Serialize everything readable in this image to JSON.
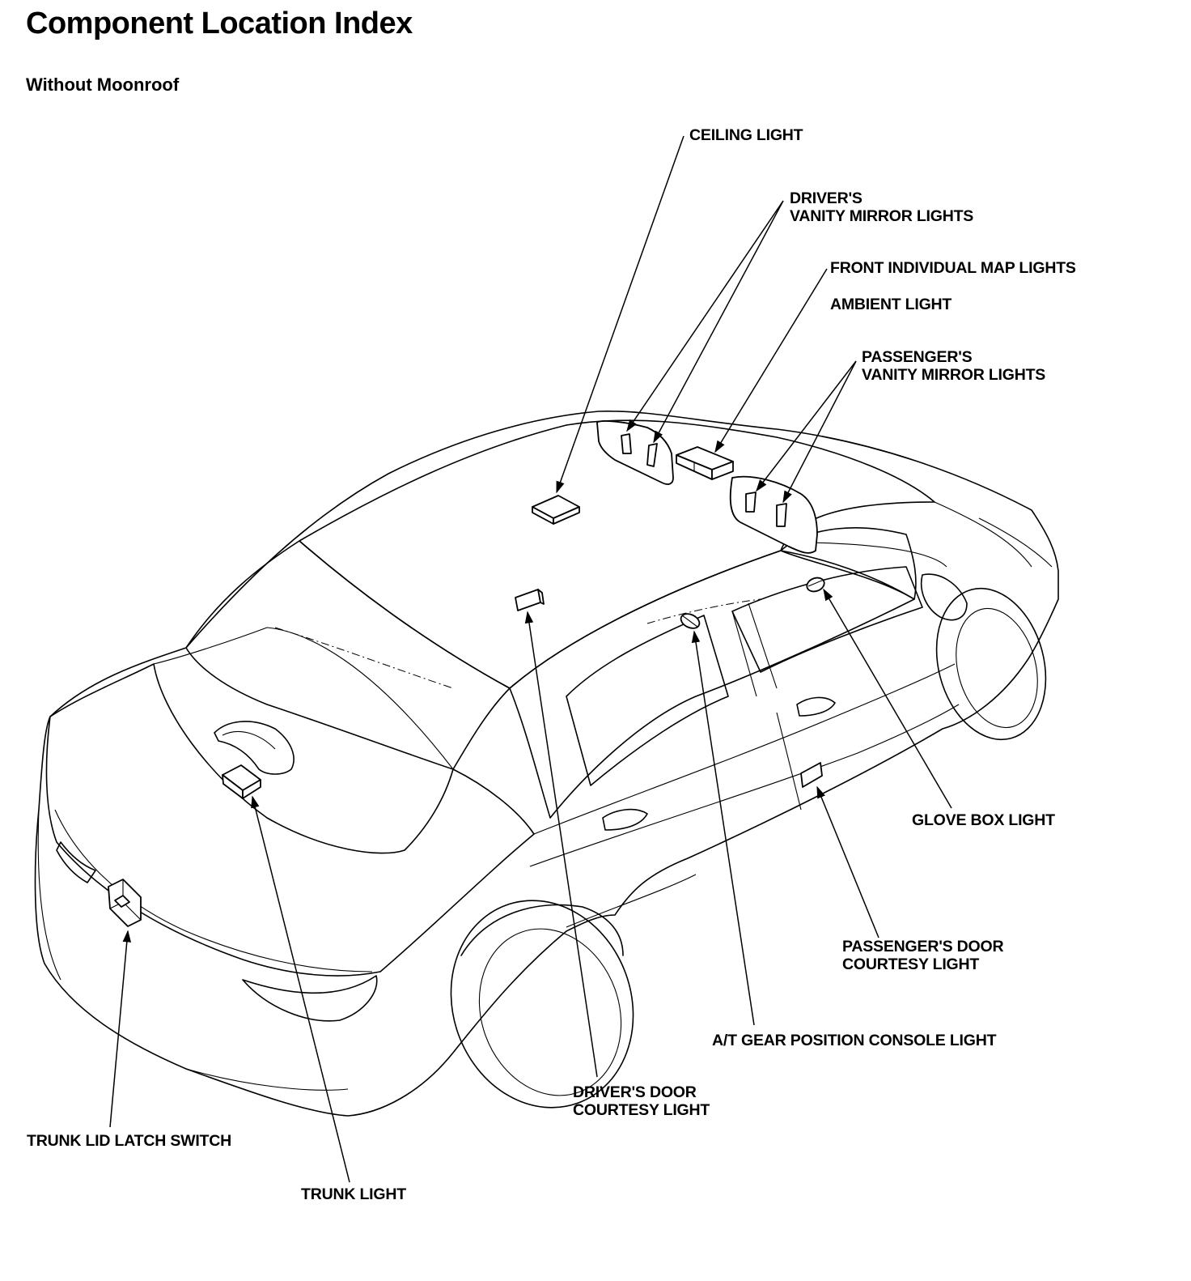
{
  "header": {
    "title": "Component Location Index",
    "subtitle": "Without Moonroof"
  },
  "labels": {
    "ceiling_light": "CEILING LIGHT",
    "drivers_vanity_line1": "DRIVER'S",
    "drivers_vanity_line2": "VANITY MIRROR LIGHTS",
    "front_map_lights": "FRONT INDIVIDUAL MAP LIGHTS",
    "ambient_light": "AMBIENT LIGHT",
    "passengers_vanity_line1": "PASSENGER'S",
    "passengers_vanity_line2": "VANITY MIRROR LIGHTS",
    "glove_box_light": "GLOVE BOX LIGHT",
    "passengers_door_line1": "PASSENGER'S DOOR",
    "passengers_door_line2": "COURTESY LIGHT",
    "at_gear_light": "A/T GEAR POSITION CONSOLE LIGHT",
    "drivers_door_line1": "DRIVER'S DOOR",
    "drivers_door_line2": "COURTESY LIGHT",
    "trunk_latch_switch": "TRUNK LID LATCH SWITCH",
    "trunk_light": "TRUNK LIGHT"
  },
  "diagram": {
    "subject": "sedan-car-line-drawing",
    "line_color": "#000000",
    "background": "#ffffff"
  }
}
